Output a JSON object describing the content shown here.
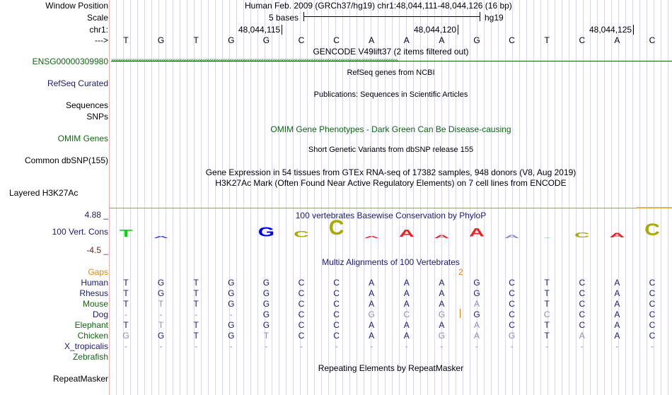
{
  "labels": {
    "window_position": "Window Position",
    "scale": "Scale",
    "chrom": "chr1:",
    "strand": "--->",
    "gene": "ENSG00000309980",
    "refseq": "RefSeq Curated",
    "sequences": "Sequences",
    "snps": "SNPs",
    "omim": "OMIM Genes",
    "dbsnp": "Common dbSNP(155)",
    "h3k27ac": "Layered H3K27Ac",
    "cons_max": "4.88 _",
    "cons": "100 Vert. Cons",
    "cons_min": "-4.5 _",
    "gaps": "Gaps",
    "repeatmasker": "RepeatMasker"
  },
  "header": {
    "position": "Human Feb. 2009 (GRCh37/hg19)   chr1:48,044,111-48,044,126 (16 bp)",
    "scale_text": "5 bases",
    "assembly": "hg19",
    "ticks": [
      "48,044,115",
      "48,044,120",
      "48,044,125"
    ]
  },
  "sequence": [
    "T",
    "G",
    "T",
    "G",
    "G",
    "C",
    "C",
    "A",
    "A",
    "A",
    "G",
    "C",
    "T",
    "C",
    "A",
    "C"
  ],
  "tracks": {
    "gencode": "GENCODE V49lift37 (2 items filtered out)",
    "refseq": "RefSeq genes from NCBI",
    "publications": "Publications: Sequences in Scientific Articles",
    "omim": "OMIM Gene Phenotypes - Dark Green Can Be Disease-causing",
    "dbsnp": "Short Genetic Variants from dbSNP release 155",
    "gtex": "Gene Expression in 54 tissues from GTEx RNA-seq of 17382 samples, 948 donors (V8, Aug 2019)",
    "h3k27ac": "H3K27Ac Mark (Often Found Near Active Regulatory Elements) on 7 cell lines from ENCODE",
    "phylop": "100 vertebrates Basewise Conservation by PhyloP",
    "multiz": "Multiz Alignments of 100 Vertebrates",
    "repeatmasker": "Repeating Elements by RepeatMasker",
    "gap_count": "2"
  },
  "conservation_logo": [
    {
      "l": "T",
      "h": 0.5,
      "c": "#00dd00"
    },
    {
      "l": "A",
      "h": 0.15,
      "c": "#3344dd"
    },
    {
      "l": "",
      "h": 0,
      "c": "#000"
    },
    {
      "l": "_",
      "h": 0.1,
      "c": "#3344dd"
    },
    {
      "l": "G",
      "h": 0.6,
      "c": "#0000ee"
    },
    {
      "l": "C",
      "h": 0.4,
      "c": "#aaaa00"
    },
    {
      "l": "C",
      "h": 1.0,
      "c": "#aaaa00"
    },
    {
      "l": "A",
      "h": 0.15,
      "c": "#ee2222"
    },
    {
      "l": "A",
      "h": 0.5,
      "c": "#ee2222"
    },
    {
      "l": "A",
      "h": 0.2,
      "c": "#ee2222"
    },
    {
      "l": "A",
      "h": 0.55,
      "c": "#ee2222"
    },
    {
      "l": "A",
      "h": 0.2,
      "c": "#8888cc"
    },
    {
      "l": "-",
      "h": 0.1,
      "c": "#00bb00"
    },
    {
      "l": "C",
      "h": 0.35,
      "c": "#aaaa00"
    },
    {
      "l": "A",
      "h": 0.3,
      "c": "#ee2222"
    },
    {
      "l": "C",
      "h": 0.8,
      "c": "#aaaa00"
    }
  ],
  "alignment": [
    {
      "species": "Human",
      "color": "#1a1a72",
      "bases": "TGTGGCCAAAGCTCAC",
      "mismatch": "0000000000000000"
    },
    {
      "species": "Rhesus",
      "color": "#1a1a72",
      "bases": "TGTGGCCAAAGCTCAC",
      "mismatch": "0000000000000000"
    },
    {
      "species": "Mouse",
      "color": "#116611",
      "bases": "TTTGGCCAAAACTCAC",
      "mismatch": "0100000000100000"
    },
    {
      "species": "Dog",
      "color": "#1a1a72",
      "bases": "----GCCGCGGCCCAC",
      "mismatch": "1111000111001000"
    },
    {
      "species": "Elephant",
      "color": "#116611",
      "bases": "TTTGGCCAAAACTCAC",
      "mismatch": "0100000000100000"
    },
    {
      "species": "Chicken",
      "color": "#116611",
      "bases": "GGTGTCCAAGAGTAAC",
      "mismatch": "1000100001110100"
    },
    {
      "species": "X_tropicalis",
      "color": "#1a1a72",
      "bases": "----------------",
      "mismatch": "1111111111111111"
    },
    {
      "species": "Zebrafish",
      "color": "#116611",
      "bases": "",
      "mismatch": ""
    }
  ]
}
